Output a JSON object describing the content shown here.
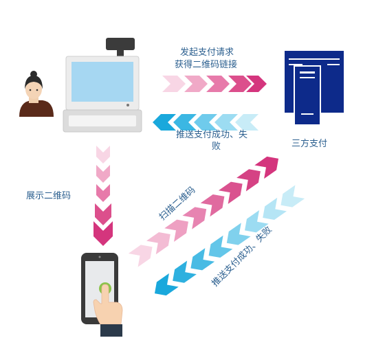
{
  "labels": {
    "request_line1": "发起支付请求",
    "request_line2": "获得二维码链接",
    "notify_line1": "推送支付成功、失",
    "notify_line2": "败",
    "third_party": "三方支付",
    "show_qr": "展示二维码",
    "scan_qr": "扫描二维码",
    "phone_notify": "推送支付成功、失败"
  },
  "colors": {
    "pink": "#d4357d",
    "pink_light": "#f6c9dc",
    "blue": "#1aa8dc",
    "blue_light": "#c8ecf7",
    "server": "#0d2a8a",
    "label": "#2b5f8f"
  },
  "icons": {
    "person": "person-icon",
    "pos": "pos-terminal-icon",
    "server": "server-icon",
    "phone": "phone-icon",
    "hand": "hand-tap-icon"
  }
}
